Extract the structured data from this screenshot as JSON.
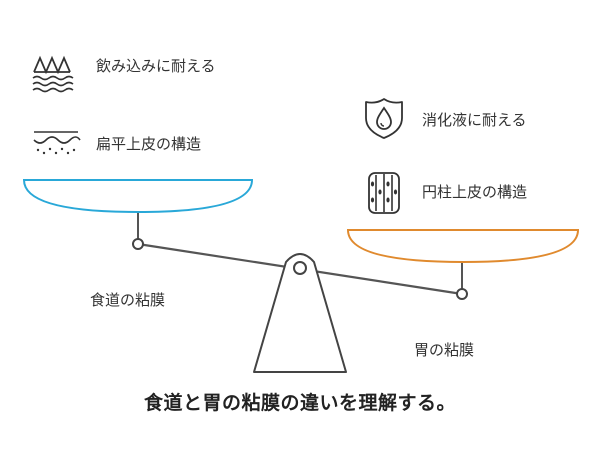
{
  "title": "食道と胃の粘膜の違いを理解する。",
  "left": {
    "organ_label": "食道の粘膜",
    "features": [
      {
        "icon": "swallow-waves-icon",
        "text": "飲み込みに耐える"
      },
      {
        "icon": "squamous-layer-icon",
        "text": "扁平上皮の構造"
      }
    ],
    "pan_color": "#29a8d8"
  },
  "right": {
    "organ_label": "胃の粘膜",
    "features": [
      {
        "icon": "droplet-shield-icon",
        "text": "消化液に耐える"
      },
      {
        "icon": "columnar-cells-icon",
        "text": "円柱上皮の構造"
      }
    ],
    "pan_color": "#e08a2e"
  }
}
